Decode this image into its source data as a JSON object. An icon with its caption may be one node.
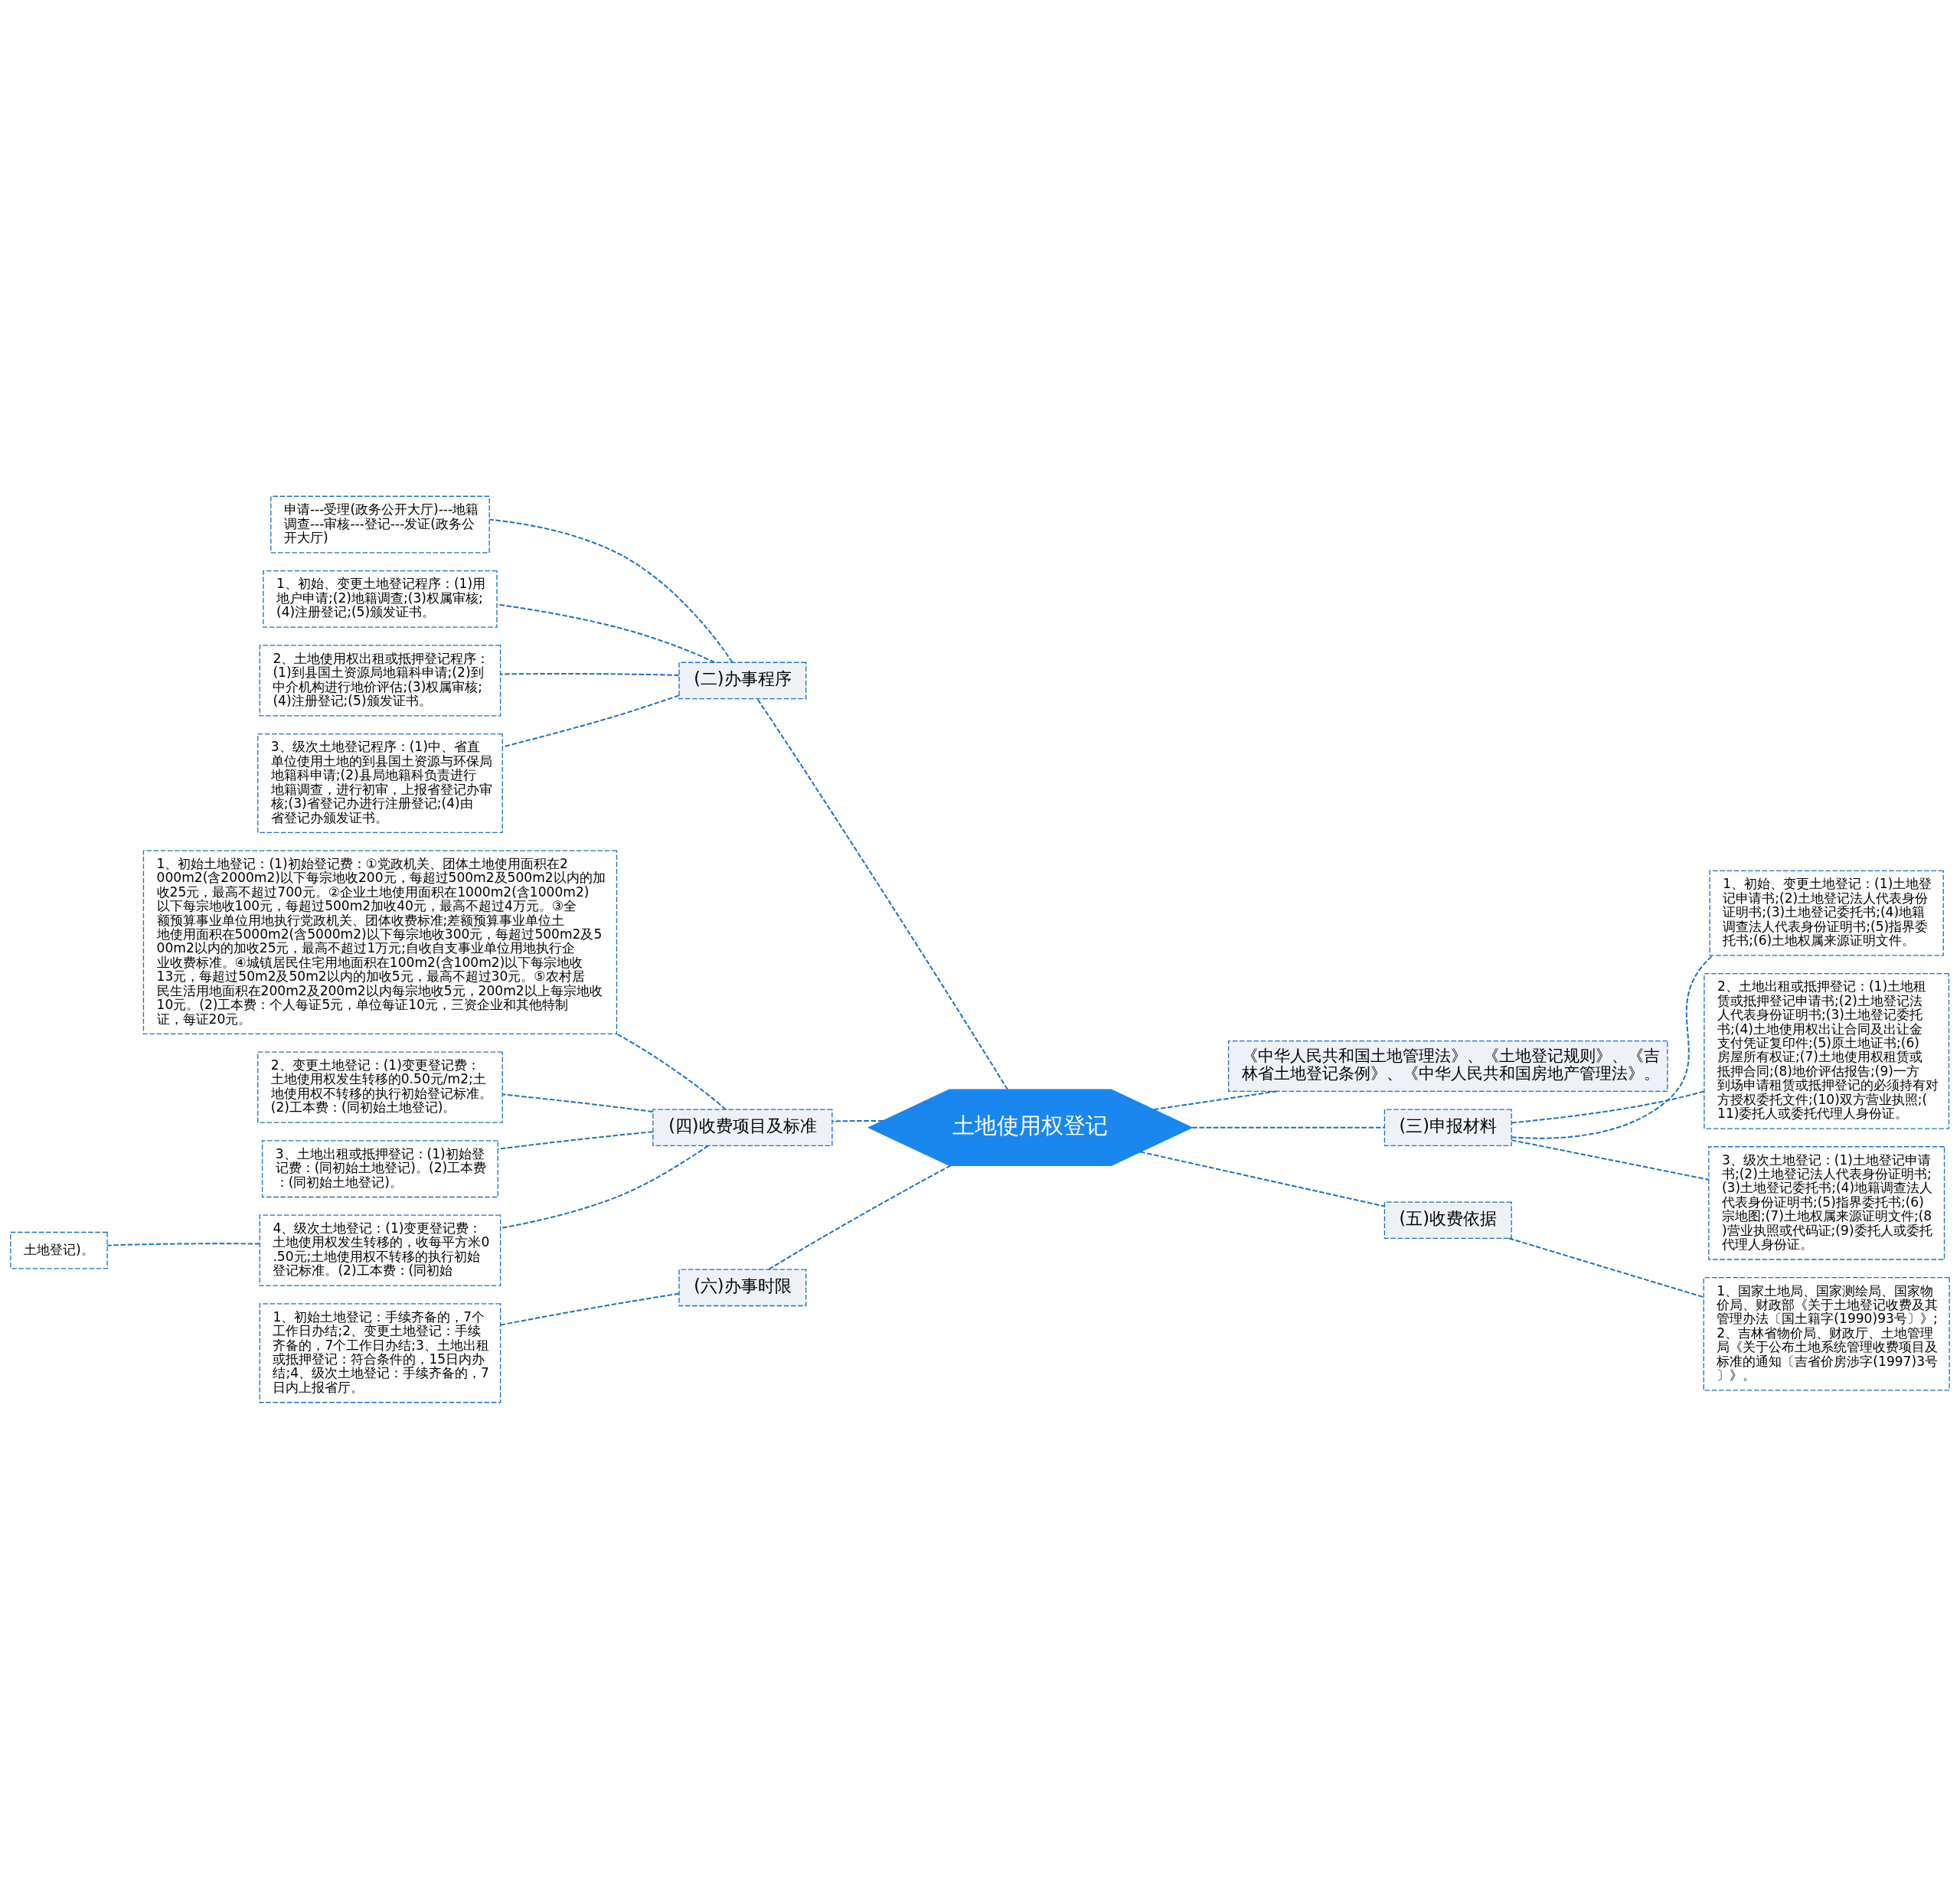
{
  "diagram": {
    "nodes": [
      {
        "text": [
          "土地使用权登记"
        ]
      },
      {
        "text": [
          "(二)办事程序"
        ]
      },
      {
        "text": [
          "申请---受理(政务公开大厅)---地籍调查---审核---登记---发证(政务公开大厅)"
        ]
      },
      {
        "text": [
          "1、初始、变更土地登记程序：(1)用地户申请;(2)地籍调查;(3)权属审核;(4)注册登记;(5)颁发证书。"
        ]
      },
      {
        "text": [
          "2、土地使用权出租或抵押登记程序：(1)到县国土资源局地籍科申请;(2)到中介机构进行地价评估;(3)权属审核;(4)注册登记;(5)颁发证书。"
        ]
      },
      {
        "text": [
          "3、级次土地登记程序：(1)中、省直单位使用土地的到县国土资源与环保局地籍科申请;(2)县局地籍科负责进行地籍调查，进行初审，上报省登记办审核;(3)省登记办进行注册登记;(4)由省登记办颁发证书。"
        ]
      },
      {
        "text": [
          "(四)收费项目及标准"
        ]
      },
      {
        "text": [
          "1、初始土地登记：(1)初始登记费：①党政机关、团体土地使用面积在2000m2(含2000m2)以下每宗地收200元，每超过500m2及500m2以内的加收25元，最高不超过700元。②企业土地使用面积在1000m2(含1000m2)以下每宗地收100元，每超过500m2加收40元，最高不超过4万元。③全额预算事业单位用地执行党政机关、团体收费标准;差额预算事业单位土地使用面积在5000m2(含5000m2)以下每宗地收300元，每超过500m2及500m2以内的加收25元，最高不超过1万元;自收自支事业单位用地执行企业收费标准。④城镇居民住宅用地面积在100m2(含100m2)以下每宗地收13元，每超过50m2及50m2以内的加收5元，最高不超过30元。⑤农村居民生活用地面积在200m2及200m2以内每宗地收5元，200m2以上每宗地收10元。(2)工本费：个人每证5元，单位每证10元，三资企业和其他特制证，每证20元。"
        ]
      },
      {
        "text": [
          "2、变更土地登记：(1)变更登记费：土地使用权发生转移的0.50元/m2;土地使用权不转移的执行初始登记标准。(2)工本费：(同初始土地登记)。"
        ]
      },
      {
        "text": [
          "3、土地出租或抵押登记：(1)初始登记费：(同初始土地登记)。(2)工本费：(同初始土地登记)。"
        ]
      },
      {
        "text": [
          "4、级次土地登记：(1)变更登记费：土地使用权发生转移的，收每平方米0.50元;土地使用权不转移的执行初始登记标准。(2)工本费：(同初始"
        ]
      },
      {
        "text": [
          "土地登记)。"
        ]
      },
      {
        "text": [
          "(六)办事时限"
        ]
      },
      {
        "text": [
          "1、初始土地登记：手续齐备的，7个工作日办结;2、变更土地登记：手续齐备的，7个工作日办结;3、土地出租或抵押登记：符合条件的，15日内办结;4、级次土地登记：手续齐备的，7日内上报省厅。"
        ]
      },
      {
        "text": [
          "《中华人民共和国土地管理法》、《土地登记规则》、《吉林省土地登记条例》、《中华人民共和国房地产管理法》。"
        ]
      },
      {
        "text": [
          "(三)申报材料"
        ]
      },
      {
        "text": [
          "1、初始、变更土地登记：(1)土地登记申请书;(2)土地登记法人代表身份证明书;(3)土地登记委托书;(4)地籍调查法人代表身份证明书;(5)指界委托书;(6)土地权属来源证明文件。"
        ]
      },
      {
        "text": [
          "2、土地出租或抵押登记：(1)土地租赁或抵押登记申请书;(2)土地登记法人代表身份证明书;(3)土地登记委托书;(4)土地使用权出让合同及出让金支付凭证复印件;(5)原土地证书;(6)房屋所有权证;(7)土地使用权租赁或抵押合同;(8)地价评估报告;(9)一方到场申请租赁或抵押登记的必须持有对方授权委托文件;(10)双方营业执照;(11)委托人或委托代理人身份证。"
        ]
      },
      {
        "text": [
          "3、级次土地登记：(1)土地登记申请书;(2)土地登记法人代表身份证明书;(3)土地登记委托书;(4)地籍调查法人代表身份证明书;(5)指界委托书;(6)宗地图;(7)土地权属来源证明文件;(8)营业执照或代码证;(9)委托人或委托代理人身份证。"
        ]
      },
      {
        "text": [
          "(五)收费依据"
        ]
      },
      {
        "text": [
          "1、国家土地局、国家测绘局、国家物价局、财政部《关于土地登记收费及其管理办法〔国土籍字(1990)93号〕》;2、吉林省物价局、财政厅、土地管理局《关于公布土地系统管理收费项目及标准的通知〔吉省价房涉字(1997)3号〕》。"
        ]
      }
    ],
    "edges": [
      {
        "from": 0,
        "to": 1,
        "arrow": "none",
        "style": "dashed"
      },
      {
        "from": 1,
        "to": 2,
        "arrow": "none",
        "style": "dashed"
      },
      {
        "from": 1,
        "to": 3,
        "arrow": "none",
        "style": "dashed"
      },
      {
        "from": 1,
        "to": 4,
        "arrow": "none",
        "style": "dashed"
      },
      {
        "from": 1,
        "to": 5,
        "arrow": "none",
        "style": "dashed"
      },
      {
        "from": 0,
        "to": 6,
        "arrow": "none",
        "style": "dashed"
      },
      {
        "from": 6,
        "to": 7,
        "arrow": "none",
        "style": "dashed"
      },
      {
        "from": 6,
        "to": 8,
        "arrow": "none",
        "style": "dashed"
      },
      {
        "from": 6,
        "to": 9,
        "arrow": "none",
        "style": "dashed"
      },
      {
        "from": 6,
        "to": 10,
        "arrow": "none",
        "style": "dashed"
      },
      {
        "from": 10,
        "to": 11,
        "arrow": "none",
        "style": "dashed"
      },
      {
        "from": 0,
        "to": 12,
        "arrow": "none",
        "style": "dashed"
      },
      {
        "from": 12,
        "to": 13,
        "arrow": "none",
        "style": "dashed"
      },
      {
        "from": 0,
        "to": 14,
        "arrow": "none",
        "style": "dashed"
      },
      {
        "from": 0,
        "to": 15,
        "arrow": "none",
        "style": "dashed"
      },
      {
        "from": 15,
        "to": 16,
        "arrow": "none",
        "style": "dashed"
      },
      {
        "from": 15,
        "to": 17,
        "arrow": "none",
        "style": "dashed"
      },
      {
        "from": 15,
        "to": 18,
        "arrow": "none",
        "style": "dashed"
      },
      {
        "from": 0,
        "to": 19,
        "arrow": "none",
        "style": "dashed"
      },
      {
        "from": 19,
        "to": 20,
        "arrow": "none",
        "style": "dashed"
      }
    ]
  }
}
